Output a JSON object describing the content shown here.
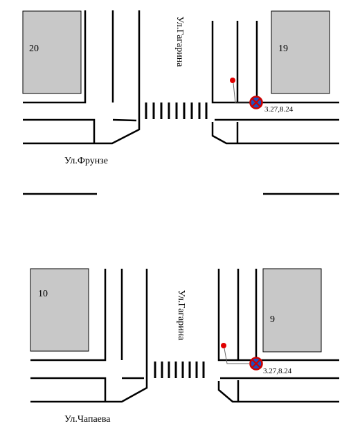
{
  "top": {
    "building_left": "20",
    "building_right": "19",
    "street_vertical": "Ул.Гагарина",
    "street_horizontal": "Ул.Фрунзе",
    "sign_label": "3.27,8.24"
  },
  "bottom": {
    "building_left": "10",
    "building_right": "9",
    "street_vertical": "Ул.Гагарина",
    "street_horizontal": "Ул.Чапаева",
    "sign_label": "3.27,8.24"
  },
  "colors": {
    "building_fill": "#c8c8c8",
    "sign_ring": "#cc0000",
    "sign_fill": "#1f4fbf",
    "pin": "#e00000"
  }
}
